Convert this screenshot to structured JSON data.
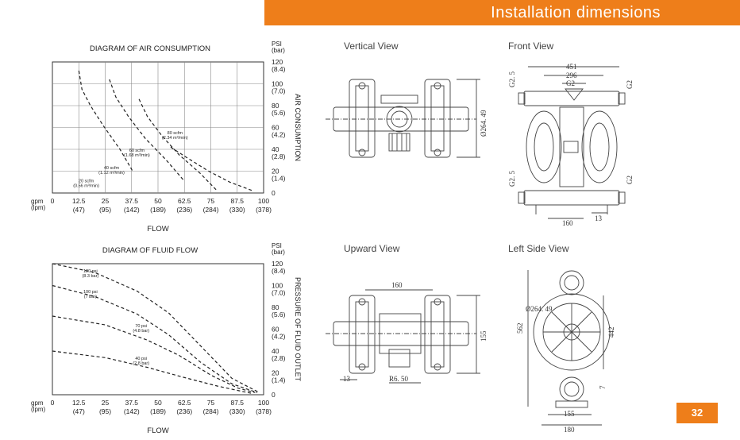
{
  "header": {
    "title": "Installation dimensions",
    "page_number": "32",
    "accent": "#ee7e1a"
  },
  "views": {
    "vertical": "Vertical View",
    "front": "Front View",
    "upward": "Upward View",
    "left_side": "Left Side View"
  },
  "dims": {
    "v_dia": "Ø264. 49",
    "f_451": "451",
    "f_296": "296",
    "f_g2_top": "G2",
    "f_g25a": "G2. 5",
    "f_g2r1": "G2",
    "f_g25b": "G2. 5",
    "f_g2r2": "G2",
    "f_160": "160",
    "f_13": "13",
    "u_160": "160",
    "u_155": "155",
    "u_13": "13",
    "u_r": "R6. 50",
    "l_dia": "Ø264. 49",
    "l_562": "562",
    "l_442": "442",
    "l_7": "7",
    "l_155": "155",
    "l_180": "180"
  },
  "chart_data": [
    {
      "type": "line",
      "title": "DIAGRAM OF AIR CONSUMPTION",
      "xlabel": "FLOW",
      "ylabel": "AIR CONSUMPTION",
      "x_unit_label": "gpm\n(lpm)",
      "y_unit_label": "PSI\n(bar)",
      "x_ticks": [
        "0",
        "12.5\n(47)",
        "25\n(95)",
        "37.5\n(142)",
        "50\n(189)",
        "62.5\n(236)",
        "75\n(284)",
        "87.5\n(330)",
        "100\n(378)"
      ],
      "y_ticks": [
        "0",
        "20\n(1.4)",
        "40\n(2.8)",
        "60\n(4.2)",
        "80\n(5.6)",
        "100\n(7.0)",
        "120\n(8.4)"
      ],
      "xlim": [
        0,
        100
      ],
      "ylim": [
        0,
        120
      ],
      "grid": true,
      "series": [
        {
          "name": "20 scfm\n(0.56 m³/min)",
          "x": [
            12.5,
            14,
            18,
            24,
            32,
            38
          ],
          "y": [
            112,
            95,
            80,
            62,
            40,
            20
          ]
        },
        {
          "name": "40 scfm\n(1.12 m³/min)",
          "x": [
            27,
            30,
            36,
            44,
            54,
            62
          ],
          "y": [
            104,
            88,
            70,
            50,
            30,
            12
          ]
        },
        {
          "name": "60 scfm\n(1.68 m³/min)",
          "x": [
            41,
            45,
            52,
            60,
            70,
            78
          ],
          "y": [
            86,
            70,
            52,
            35,
            18,
            2
          ]
        },
        {
          "name": "80 scfm\n(2.34 m³/min)",
          "x": [
            56,
            64,
            74,
            84,
            95
          ],
          "y": [
            42,
            32,
            20,
            10,
            2
          ]
        }
      ]
    },
    {
      "type": "line",
      "title": "DIAGRAM OF FLUID FLOW",
      "xlabel": "FLOW",
      "ylabel": "PRESSURE OF FLUID OUTLET",
      "x_unit_label": "gpm\n(lpm)",
      "y_unit_label": "PSI\n(bar)",
      "x_ticks": [
        "0",
        "12.5\n(47)",
        "25\n(95)",
        "37.5\n(142)",
        "50\n(189)",
        "62.5\n(236)",
        "75\n(284)",
        "87.5\n(330)",
        "100\n(378)"
      ],
      "y_ticks": [
        "0",
        "20\n(1.4)",
        "40\n(2.8)",
        "60\n(4.2)",
        "80\n(5.6)",
        "100\n(7.0)",
        "120\n(8.4)"
      ],
      "xlim": [
        0,
        100
      ],
      "ylim": [
        0,
        120
      ],
      "grid": false,
      "series": [
        {
          "name": "120 psi\n(8.3 bar)",
          "x": [
            0,
            20,
            40,
            55,
            70,
            85,
            98
          ],
          "y": [
            120,
            112,
            95,
            75,
            45,
            15,
            2
          ]
        },
        {
          "name": "100 psi\n(7 bar)",
          "x": [
            0,
            20,
            40,
            55,
            70,
            85,
            97
          ],
          "y": [
            100,
            90,
            74,
            55,
            30,
            10,
            2
          ]
        },
        {
          "name": "70 psi\n(4.8 bar)",
          "x": [
            0,
            25,
            45,
            60,
            75,
            88,
            96
          ],
          "y": [
            72,
            64,
            50,
            36,
            18,
            6,
            2
          ]
        },
        {
          "name": "40 psi\n(2.8 bar)",
          "x": [
            0,
            25,
            45,
            62,
            78,
            90,
            95
          ],
          "y": [
            40,
            34,
            25,
            16,
            8,
            3,
            1
          ]
        }
      ]
    }
  ]
}
